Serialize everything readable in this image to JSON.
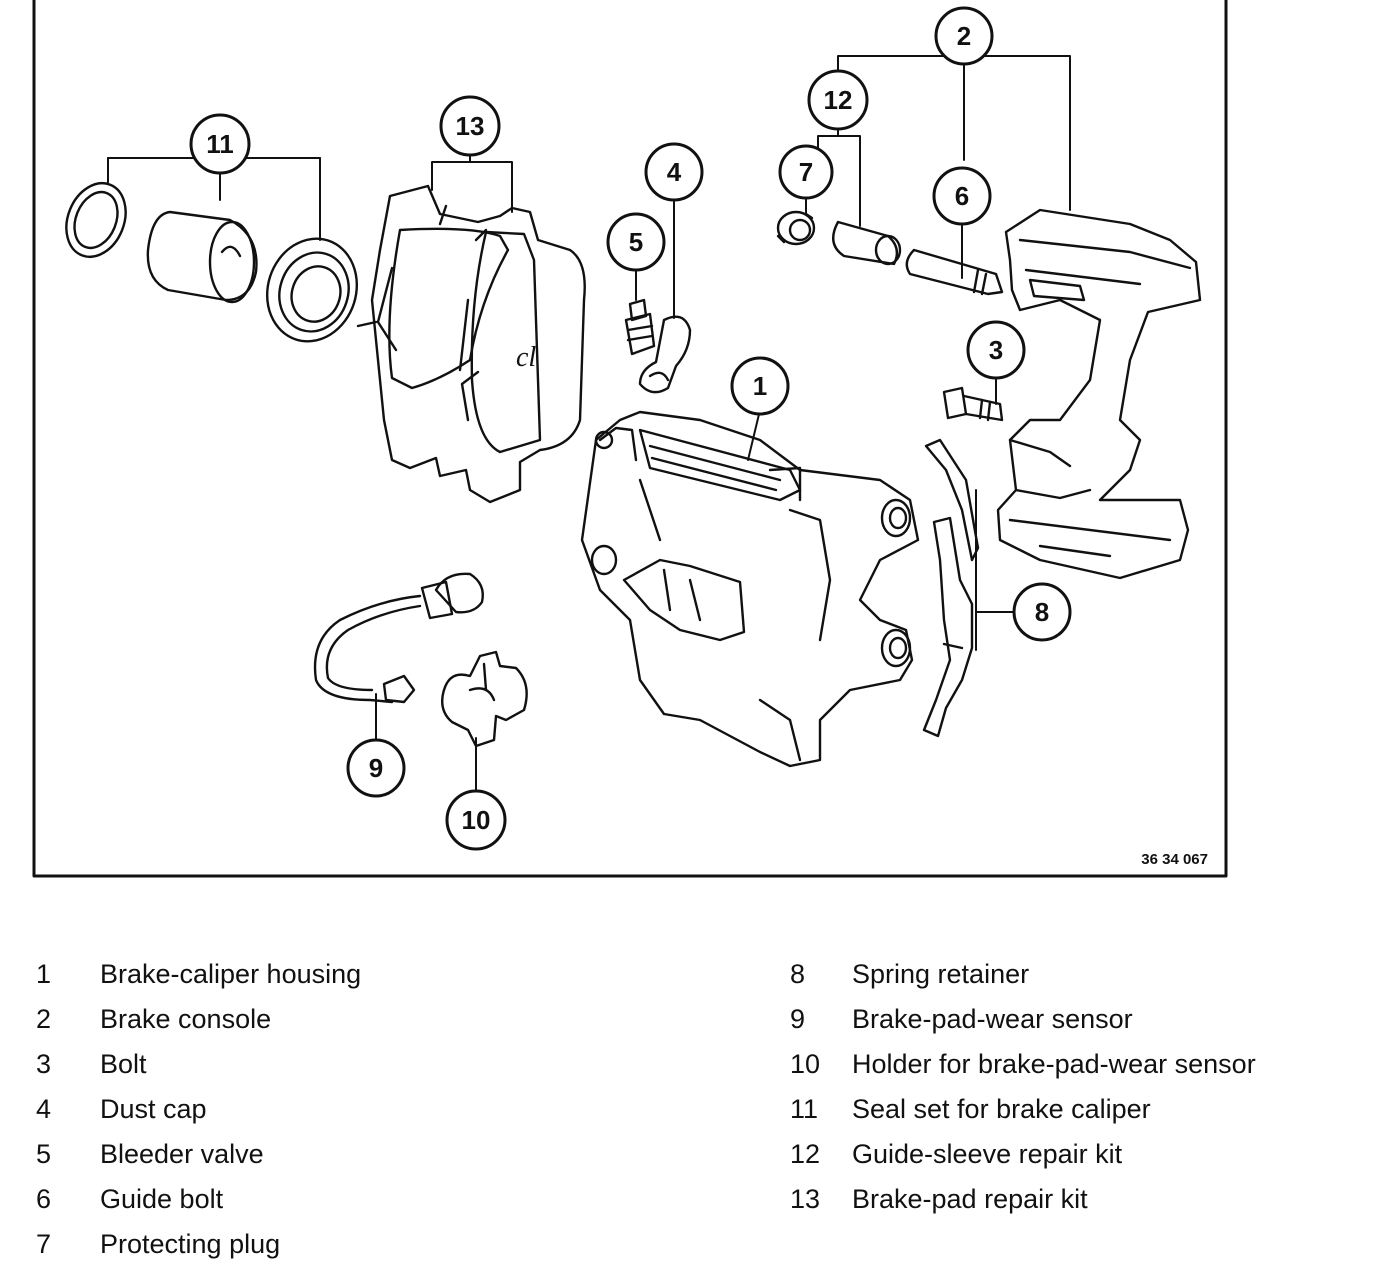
{
  "reference_code": "36 34 067",
  "callouts": [
    {
      "label": "1"
    },
    {
      "label": "2"
    },
    {
      "label": "3"
    },
    {
      "label": "4"
    },
    {
      "label": "5"
    },
    {
      "label": "6"
    },
    {
      "label": "7"
    },
    {
      "label": "8"
    },
    {
      "label": "9"
    },
    {
      "label": "10"
    },
    {
      "label": "11"
    },
    {
      "label": "12"
    },
    {
      "label": "13"
    }
  ],
  "legend": {
    "left": [
      {
        "num": "1",
        "text": "Brake-caliper housing"
      },
      {
        "num": "2",
        "text": "Brake console"
      },
      {
        "num": "3",
        "text": "Bolt"
      },
      {
        "num": "4",
        "text": "Dust cap"
      },
      {
        "num": "5",
        "text": "Bleeder valve"
      },
      {
        "num": "6",
        "text": "Guide bolt"
      },
      {
        "num": "7",
        "text": "Protecting plug"
      }
    ],
    "right": [
      {
        "num": "8",
        "text": "Spring retainer"
      },
      {
        "num": "9",
        "text": "Brake-pad-wear sensor"
      },
      {
        "num": "10",
        "text": "Holder for brake-pad-wear sensor"
      },
      {
        "num": "11",
        "text": "Seal set for brake caliper"
      },
      {
        "num": "12",
        "text": "Guide-sleeve repair kit"
      },
      {
        "num": "13",
        "text": "Brake-pad repair kit"
      }
    ]
  }
}
